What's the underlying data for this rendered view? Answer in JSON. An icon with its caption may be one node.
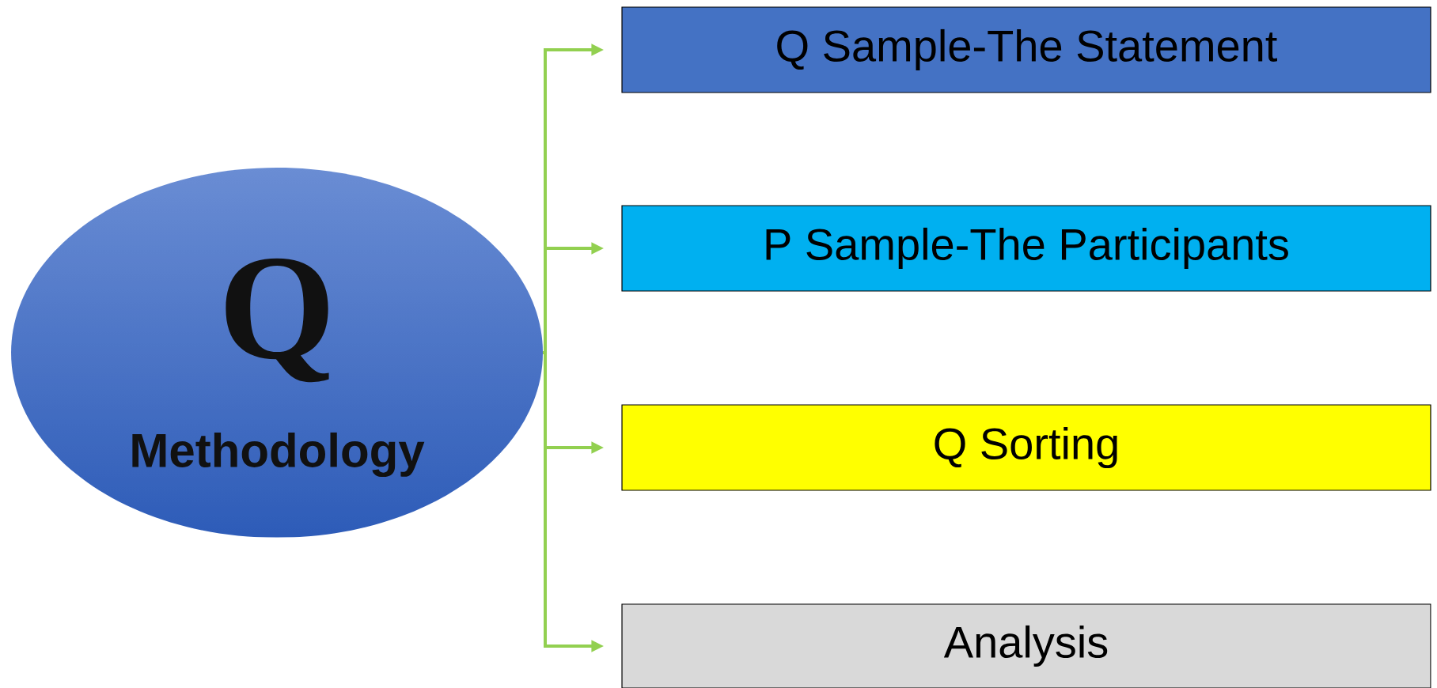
{
  "diagram": {
    "nodes": [
      {
        "text": [
          "Q",
          "Methodology"
        ]
      },
      {
        "text": [
          "Q Sample-The Statement"
        ]
      },
      {
        "text": [
          "P Sample-The Participants"
        ]
      },
      {
        "text": [
          "Q Sorting"
        ]
      },
      {
        "text": [
          "Analysis"
        ]
      }
    ],
    "edges": [
      {
        "from": 0,
        "to": 1,
        "arrow": "to"
      },
      {
        "from": 0,
        "to": 2,
        "arrow": "to"
      },
      {
        "from": 0,
        "to": 3,
        "arrow": "to"
      },
      {
        "from": 0,
        "to": 4,
        "arrow": "to"
      }
    ]
  }
}
